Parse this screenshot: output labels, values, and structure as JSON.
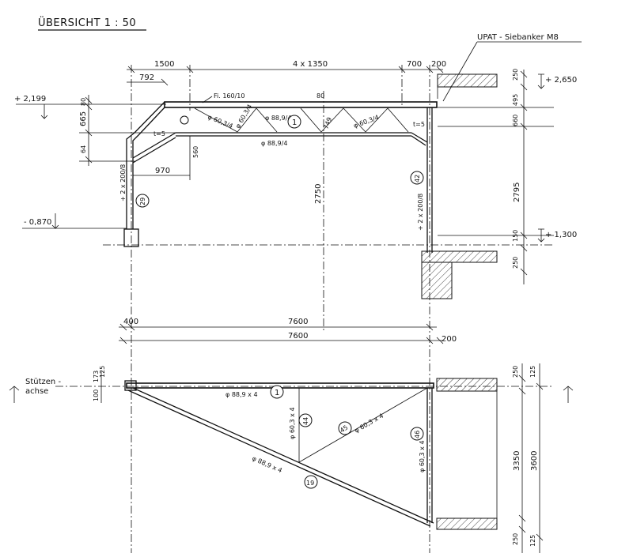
{
  "title": "ÜBERSICHT   1 : 50",
  "anchor_label": "UPAT - Siebanker M8",
  "elevation": {
    "top_dims": [
      "1500",
      "4 x 1350",
      "700",
      "200"
    ],
    "sub_dim": "792",
    "fi_label": "Fi. 160/10",
    "level_left_top": "+ 2,199",
    "level_left_bottom": "- 0,870",
    "level_right_top": "+ 2,650",
    "level_right_bottom": "+ 1,300",
    "left_dims": [
      "80",
      "665",
      "64"
    ],
    "right_dims": [
      "250",
      "495",
      "660",
      "2795",
      "150",
      "250"
    ],
    "chords": [
      "φ 88,9/4",
      "φ 88,9/4"
    ],
    "diagonals": [
      "φ 60,3/4",
      "φ 60,3/4",
      "φ 60,3/4"
    ],
    "plates": [
      "t=5",
      "t=5"
    ],
    "dims_inner": [
      "970",
      "560",
      "2750",
      "80",
      "749"
    ],
    "columns": [
      "+ 2 x 200/8",
      "+ 2 x 200/8"
    ],
    "marks": [
      "1",
      "29",
      "42"
    ]
  },
  "span": {
    "dim_400": "400",
    "dim_7600_a": "7600",
    "dim_7600_b": "7600",
    "dim_200": "200"
  },
  "plan": {
    "axis_label_1": "Stützen -",
    "axis_label_2": "achse",
    "left_dims": [
      "173",
      "125",
      "100"
    ],
    "right_dims": [
      "250",
      "125",
      "3350",
      "3600",
      "250",
      "125"
    ],
    "top_chord": "φ 88,9 x 4",
    "diag_chord": "φ 88,9 x 4",
    "web_1": "φ 60,3 x 4",
    "web_2": "φ 60,3 x 4",
    "web_3": "φ 60,3 x 4",
    "marks": [
      "1",
      "44",
      "45",
      "46",
      "19"
    ]
  }
}
